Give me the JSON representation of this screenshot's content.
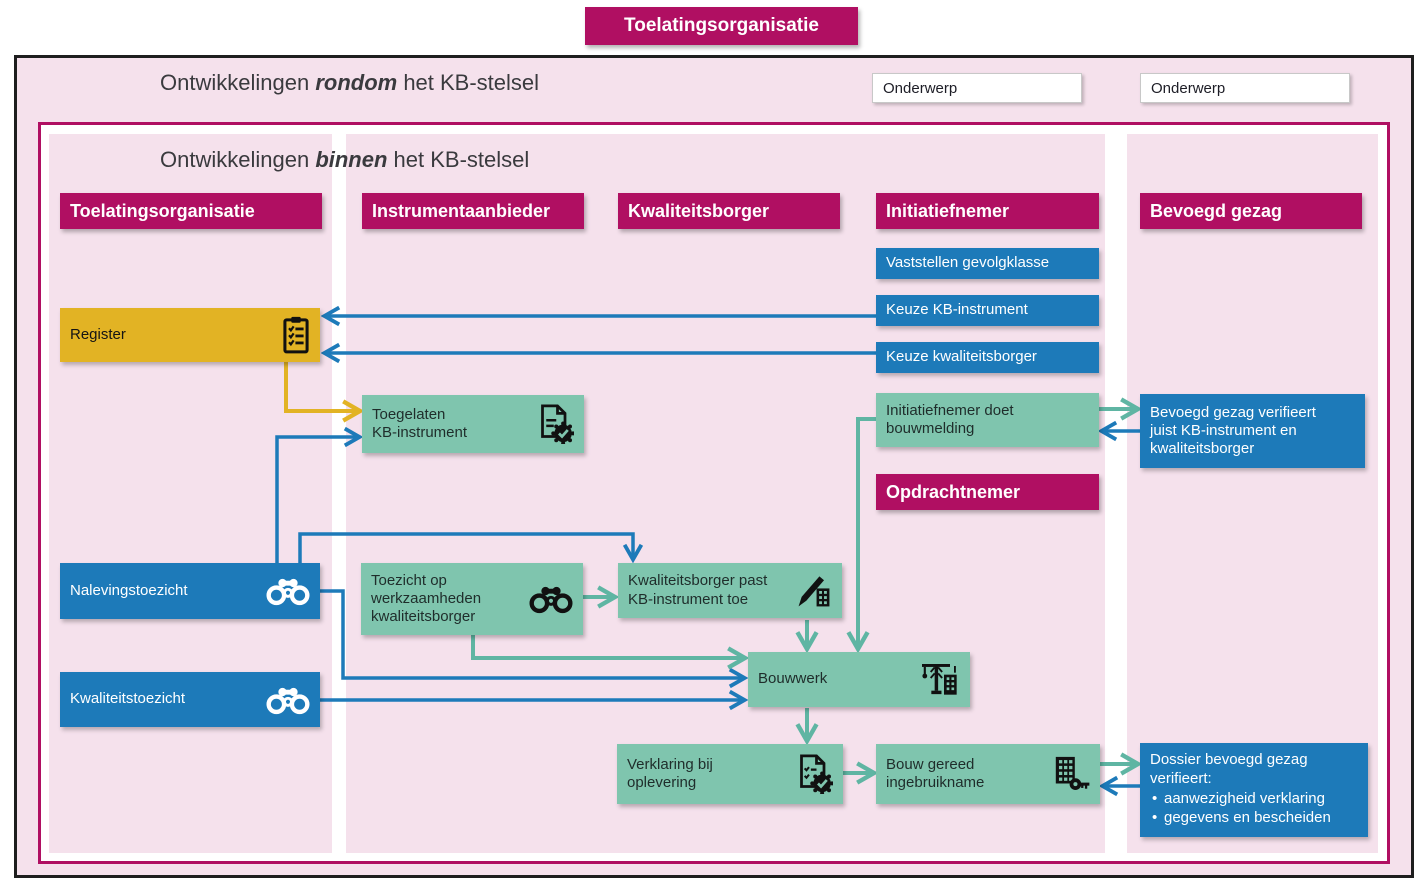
{
  "banner": {
    "label": "Toelatingsorganisatie"
  },
  "outer_title": {
    "prefix": "Ontwikkelingen ",
    "emphasis": "rondom",
    "suffix": " het KB-stelsel"
  },
  "inner_title": {
    "prefix": "Ontwikkelingen ",
    "emphasis": "binnen",
    "suffix": " het KB-stelsel"
  },
  "onderwerp_boxes": [
    {
      "label": "Onderwerp"
    },
    {
      "label": "Onderwerp"
    }
  ],
  "column_headers": [
    {
      "label": "Toelatingsorganisatie"
    },
    {
      "label": "Instrumentaanbieder"
    },
    {
      "label": "Kwaliteitsborger"
    },
    {
      "label": "Initiatiefnemer"
    },
    {
      "label": "Bevoegd gezag"
    },
    {
      "label": "Opdrachtnemer"
    }
  ],
  "nodes": {
    "register": {
      "label": "Register",
      "icon": "clipboard-checklist-icon"
    },
    "vaststellen_gevolgklasse": {
      "label": "Vaststellen gevolgklasse"
    },
    "keuze_kb_instrument": {
      "label": "Keuze KB-instrument"
    },
    "keuze_kwaliteitsborger": {
      "label": "Keuze kwaliteitsborger"
    },
    "toegelaten_kb_instrument": {
      "label": "Toegelaten\nKB-instrument",
      "icon": "document-seal-icon"
    },
    "initiatiefnemer_bouwmelding": {
      "label": "Initiatiefnemer doet\nbouwmelding"
    },
    "bevoegd_gezag_verifieert": {
      "label": "Bevoegd gezag verifieert\njuist KB-instrument en\nkwaliteitsborger"
    },
    "nalevingstoezicht": {
      "label": "Nalevingstoezicht",
      "icon": "binoculars-icon"
    },
    "kwaliteitstoezicht": {
      "label": "Kwaliteitstoezicht",
      "icon": "binoculars-icon"
    },
    "toezicht_werkzaamheden": {
      "label": "Toezicht op\nwerkzaamheden\nkwaliteitsborger",
      "icon": "binoculars-icon"
    },
    "kwaliteitsborger_past_toe": {
      "label": "Kwaliteitsborger past\nKB-instrument toe",
      "icon": "pen-building-icon"
    },
    "bouwwerk": {
      "label": "Bouwwerk",
      "icon": "crane-building-icon"
    },
    "verklaring_oplevering": {
      "label": "Verklaring bij\noplevering",
      "icon": "document-check-seal-icon"
    },
    "bouw_gereed": {
      "label": "Bouw gereed\ningebruikname",
      "icon": "building-key-icon"
    },
    "dossier": {
      "title": "Dossier bevoegd gezag\nverifieert:",
      "bullets": [
        "aanwezigheid verklaring",
        "gegevens en bescheiden"
      ]
    }
  },
  "colors": {
    "magenta": "#b00f62",
    "blue": "#1d7ab9",
    "green_box": "#7fc5ae",
    "teal_arrow": "#5fb5a3",
    "yellow": "#e2b324",
    "pink_panel": "#f5e1ec"
  }
}
